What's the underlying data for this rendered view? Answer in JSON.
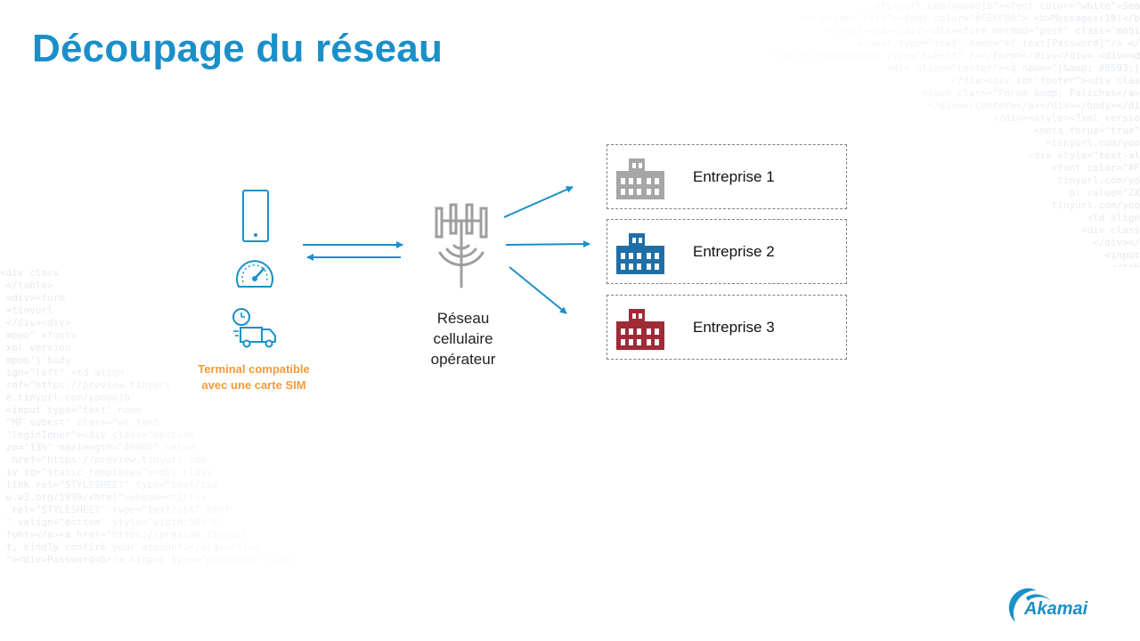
{
  "title": "Découpage du réseau",
  "device": {
    "label_line1": "Terminal compatible",
    "label_line2": "avec une carte SIM",
    "icons": [
      "smartphone-icon",
      "gauge-icon",
      "delivery-truck-icon"
    ]
  },
  "network": {
    "icon": "cell-tower-icon",
    "label_line1": "Réseau",
    "label_line2": "cellulaire",
    "label_line3": "opérateur"
  },
  "enterprises": [
    {
      "label": "Entreprise 1",
      "color": "#a6a6a6"
    },
    {
      "label": "Entreprise 2",
      "color": "#1f6fa6"
    },
    {
      "label": "Entreprise 3",
      "color": "#a02a36"
    }
  ],
  "colors": {
    "title": "#1a8fc9",
    "arrow": "#1a8fc9",
    "device_icons": "#1a8fc9",
    "device_label": "#f39a3b",
    "tower": "#9e9e9e"
  },
  "logo": {
    "text": "Akamai"
  }
}
